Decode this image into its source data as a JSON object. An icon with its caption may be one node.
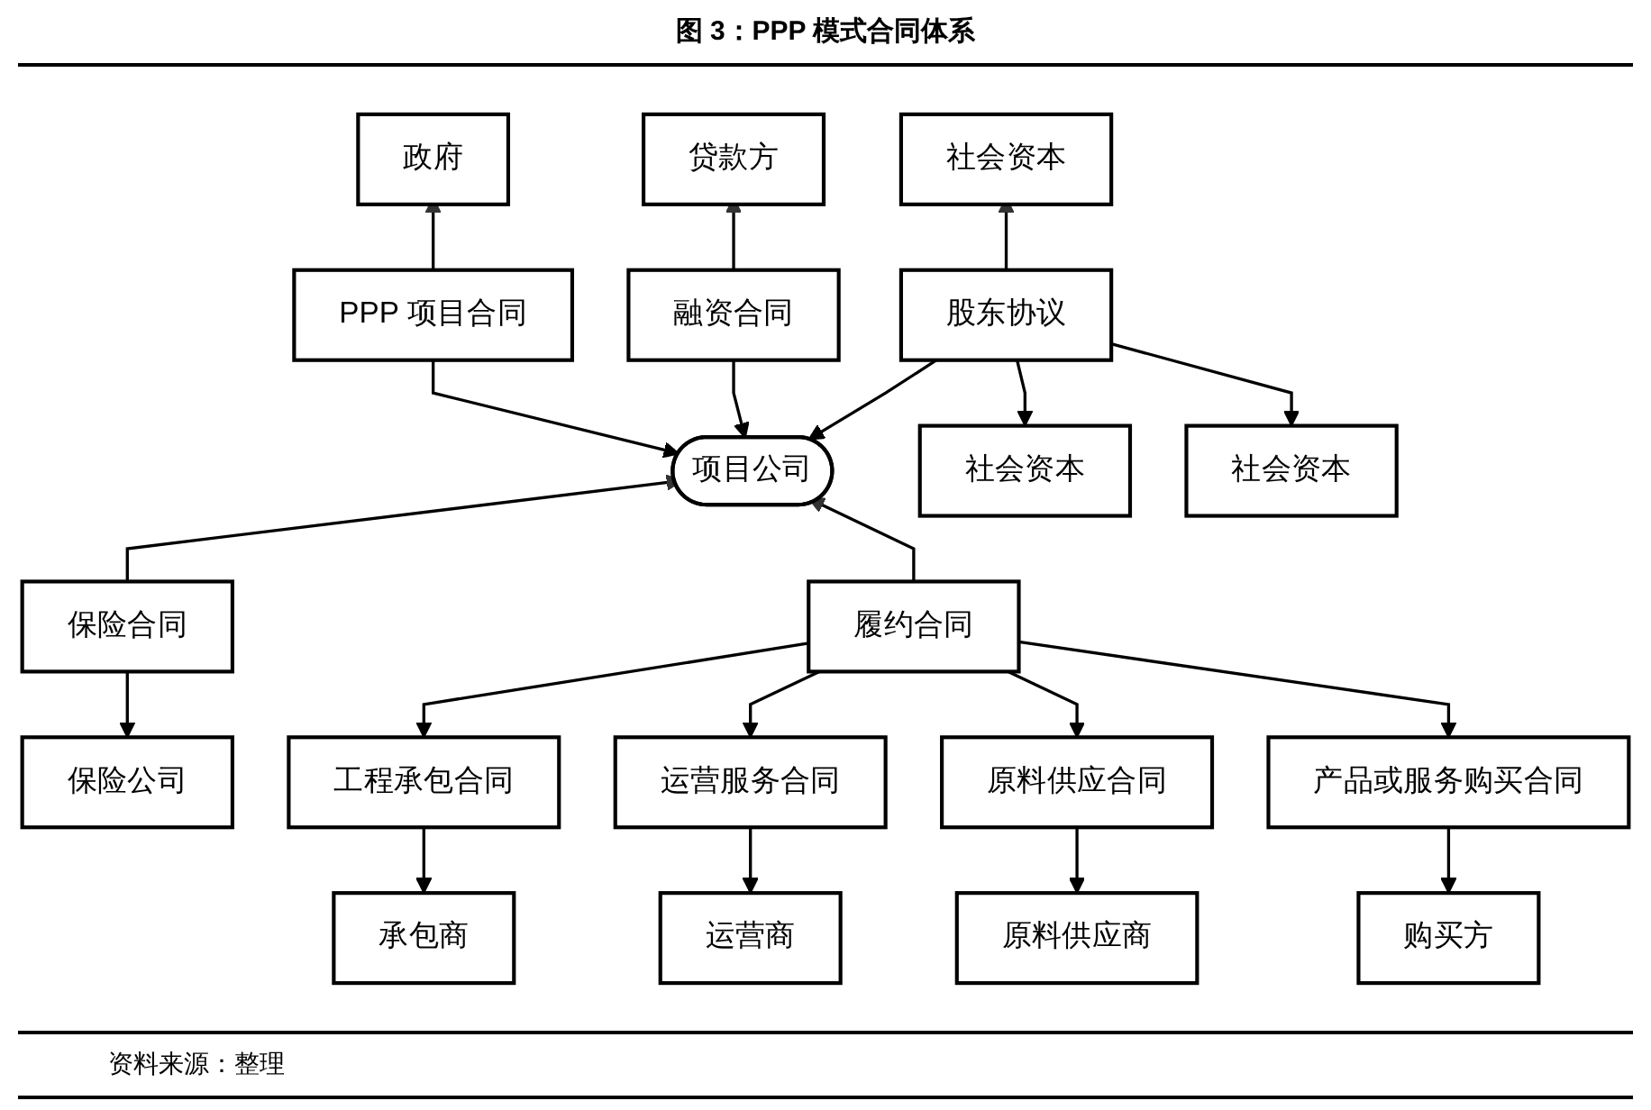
{
  "diagram": {
    "title": "图 3：PPP 模式合同体系",
    "caption": "资料来源：整理",
    "nodes": [
      {
        "text": [
          "政府"
        ]
      },
      {
        "text": [
          "PPP 项目合同"
        ]
      },
      {
        "text": [
          "贷款方"
        ]
      },
      {
        "text": [
          "融资合同"
        ]
      },
      {
        "text": [
          "项目公司"
        ]
      },
      {
        "text": [
          "社会资本"
        ]
      },
      {
        "text": [
          "股东协议"
        ]
      },
      {
        "text": [
          "保险合同"
        ]
      },
      {
        "text": [
          "保险公司"
        ]
      },
      {
        "text": [
          "社会资本"
        ]
      },
      {
        "text": [
          "社会资本"
        ]
      },
      {
        "text": [
          "履约合同"
        ]
      },
      {
        "text": [
          "工程承包合同"
        ]
      },
      {
        "text": [
          "运营服务合同"
        ]
      },
      {
        "text": [
          "原料供应合同"
        ]
      },
      {
        "text": [
          "产品或服务购买合同"
        ]
      },
      {
        "text": [
          "承包商"
        ]
      },
      {
        "text": [
          "运营商"
        ]
      },
      {
        "text": [
          "原料供应商"
        ]
      },
      {
        "text": [
          "购买方"
        ]
      }
    ],
    "edges": [
      {
        "from": 1,
        "to": 0,
        "arrow": "to"
      },
      {
        "from": 1,
        "to": 4,
        "arrow": "to"
      },
      {
        "from": 3,
        "to": 2,
        "arrow": "to"
      },
      {
        "from": 3,
        "to": 4,
        "arrow": "to"
      },
      {
        "from": 6,
        "to": 5,
        "arrow": "to"
      },
      {
        "from": 6,
        "to": 4,
        "arrow": "to"
      },
      {
        "from": 7,
        "to": 4,
        "arrow": "to"
      },
      {
        "from": 7,
        "to": 8,
        "arrow": "to"
      },
      {
        "from": 6,
        "to": 9,
        "arrow": "to"
      },
      {
        "from": 6,
        "to": 10,
        "arrow": "to"
      },
      {
        "from": 11,
        "to": 4,
        "arrow": "to"
      },
      {
        "from": 11,
        "to": 12,
        "arrow": "to"
      },
      {
        "from": 11,
        "to": 13,
        "arrow": "to"
      },
      {
        "from": 11,
        "to": 14,
        "arrow": "to"
      },
      {
        "from": 11,
        "to": 15,
        "arrow": "to"
      },
      {
        "from": 12,
        "to": 16,
        "arrow": "to"
      },
      {
        "from": 13,
        "to": 17,
        "arrow": "to"
      },
      {
        "from": 14,
        "to": 18,
        "arrow": "to"
      },
      {
        "from": 15,
        "to": 19,
        "arrow": "to"
      }
    ]
  }
}
